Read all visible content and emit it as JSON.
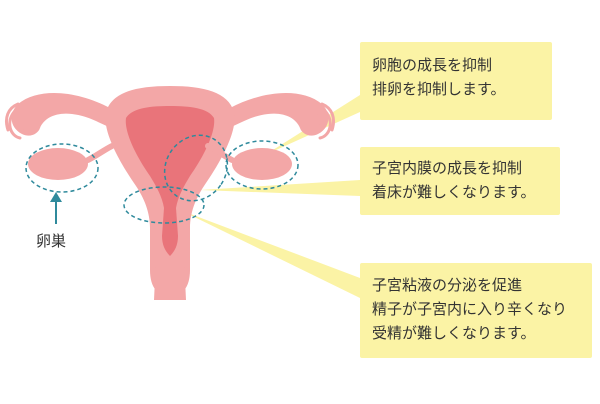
{
  "colors": {
    "uterus_outer": "#f3a7a7",
    "uterus_inner": "#e9747a",
    "dashed_outline": "#2f8a9c",
    "callout_fill": "#fbf3a5",
    "arrow": "#2f8a9c"
  },
  "labels": {
    "ovary": "卵巣"
  },
  "callouts": [
    {
      "lines": [
        "卵胞の成長を抑制",
        "排卵を抑制します。"
      ]
    },
    {
      "lines": [
        "子宮内膜の成長を抑制",
        "着床が難しくなります。"
      ]
    },
    {
      "lines": [
        "子宮粘液の分泌を促進",
        "精子が子宮内に入り辛くなり",
        "受精が難しくなります。"
      ]
    }
  ]
}
